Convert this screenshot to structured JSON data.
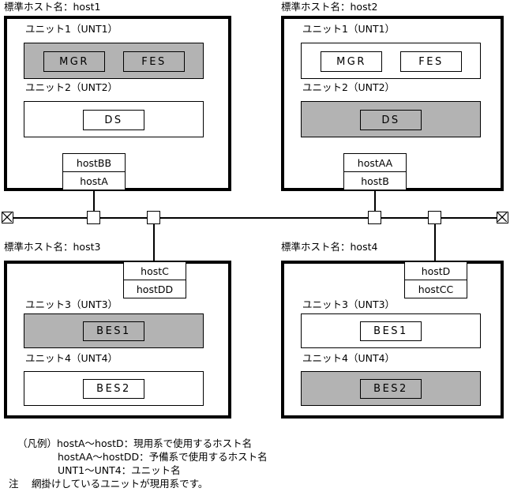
{
  "diagram": {
    "title_note_label": "注",
    "shade_gray": "#b3b3b3",
    "line_color": "#000000"
  },
  "hosts": [
    {
      "caption": "標準ホスト名：host1",
      "units": [
        {
          "label": "ユニット1（UNT1）",
          "shaded": true,
          "processes": [
            "MGR",
            "FES"
          ]
        },
        {
          "label": "ユニット2（UNT2）",
          "shaded": false,
          "processes": [
            "DS"
          ]
        }
      ],
      "hostnames": {
        "standby": "hostBB",
        "active": "hostA"
      }
    },
    {
      "caption": "標準ホスト名：host2",
      "units": [
        {
          "label": "ユニット1（UNT1）",
          "shaded": false,
          "processes": [
            "MGR",
            "FES"
          ]
        },
        {
          "label": "ユニット2（UNT2）",
          "shaded": true,
          "processes": [
            "DS"
          ]
        }
      ],
      "hostnames": {
        "standby": "hostAA",
        "active": "hostB"
      }
    },
    {
      "caption": "標準ホスト名：host3",
      "units": [
        {
          "label": "ユニット3（UNT3）",
          "shaded": true,
          "processes": [
            "BES1"
          ]
        },
        {
          "label": "ユニット4（UNT4）",
          "shaded": false,
          "processes": [
            "BES2"
          ]
        }
      ],
      "hostnames": {
        "active": "hostC",
        "standby": "hostDD"
      }
    },
    {
      "caption": "標準ホスト名：host4",
      "units": [
        {
          "label": "ユニット3（UNT3）",
          "shaded": false,
          "processes": [
            "BES1"
          ]
        },
        {
          "label": "ユニット4（UNT4）",
          "shaded": true,
          "processes": [
            "BES2"
          ]
        }
      ],
      "hostnames": {
        "active": "hostD",
        "standby": "hostCC"
      }
    }
  ],
  "legend": {
    "lines": [
      "（凡例）hostA〜hostD：現用系で使用するホスト名",
      "hostAA〜hostDD：予備系で使用するホスト名",
      "UNT1〜UNT4：ユニット名"
    ],
    "note_label": "注",
    "note_text": "網掛けしているユニットが現用系です。"
  }
}
